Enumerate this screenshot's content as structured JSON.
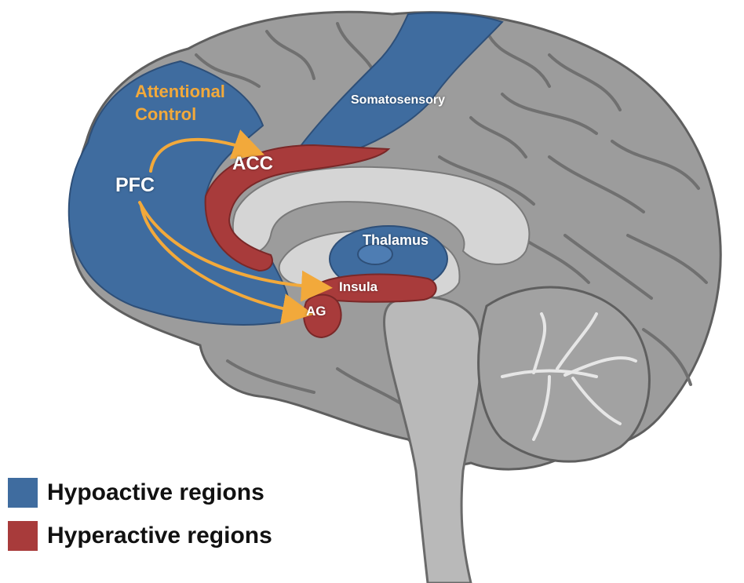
{
  "colors": {
    "hypo": "#3f6c9f",
    "hyper": "#a83b3b",
    "arrow": "#f2a93b",
    "brain": "#9c9c9c",
    "brain_dark": "#6d6d6d",
    "inner": "#d5d5d5",
    "white": "#ffffff"
  },
  "labels": {
    "attentional_control": [
      "Attentional",
      "Control"
    ],
    "pfc": "PFC",
    "acc": "ACC",
    "somatosensory": "Somatosensory",
    "thalamus": "Thalamus",
    "insula": "Insula",
    "ag": "AG"
  },
  "legend": {
    "hypo": "Hypoactive regions",
    "hyper": "Hyperactive regions"
  },
  "icons": {
    "brain": "brain-sagittal-icon"
  }
}
